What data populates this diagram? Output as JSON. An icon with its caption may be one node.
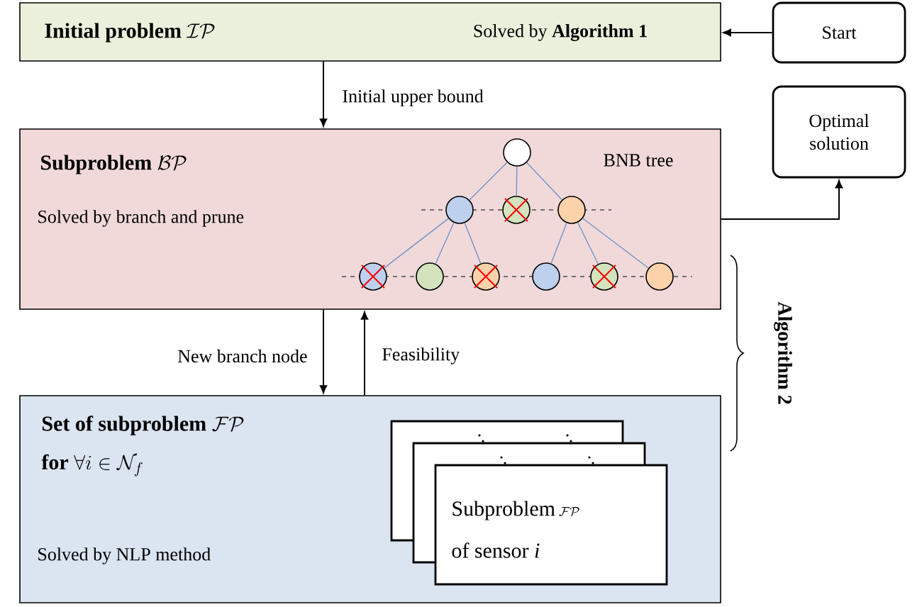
{
  "diagram": {
    "nodes": [
      {
        "text": [
          "Initial problem",
          "\\mathcal{IP}",
          "Solved by **Algorithm 1**"
        ]
      },
      {
        "text": [
          "Start"
        ]
      },
      {
        "text": [
          "Subproblem",
          "\\mathcal{BP}",
          "Solved by branch and prune",
          "BNB tree"
        ]
      },
      {
        "text": [],
        "shape": "circle",
        "in": 2
      },
      {
        "text": [],
        "shape": "circle",
        "in": 2
      },
      {
        "text": [],
        "shape": "circle",
        "in": 2
      },
      {
        "text": [],
        "shape": "circle",
        "in": 2
      },
      {
        "text": [],
        "shape": "circle",
        "in": 2
      },
      {
        "text": [],
        "shape": "circle",
        "in": 2
      },
      {
        "text": [],
        "shape": "circle",
        "in": 2
      },
      {
        "text": [],
        "shape": "circle",
        "in": 2
      },
      {
        "text": [],
        "shape": "circle",
        "in": 2
      },
      {
        "text": [],
        "shape": "circle",
        "in": 2
      },
      {
        "text": [
          "Optimal solution"
        ]
      },
      {
        "text": [
          "Set of subproblem",
          "\\mathcal{FP}",
          "for",
          "\\forall i \\in \\mathcal{N}_f",
          "Solved by NLP method"
        ]
      },
      {
        "text": [
          "Subproblem",
          "\\mathcal{FP}",
          "of sensor *i*"
        ],
        "in": 14
      }
    ],
    "edges": [
      {
        "from": 1,
        "to": 0,
        "arrow": "to",
        "color": "#000000"
      },
      {
        "from": 0,
        "to": 2,
        "arrow": "to",
        "label": "Initial upper bound",
        "color": "#000000"
      },
      {
        "from": 2,
        "to": 13,
        "arrow": "to",
        "color": "#000000"
      },
      {
        "from": 2,
        "to": 14,
        "arrow": "to",
        "label": "New branch node",
        "color": "#000000"
      },
      {
        "from": 14,
        "to": 2,
        "arrow": "to",
        "label": "Feasibility",
        "color": "#000000"
      },
      {
        "from": 3,
        "to": 4,
        "arrow": "none",
        "color": "#6f93c8"
      },
      {
        "from": 3,
        "to": 5,
        "arrow": "none",
        "color": "#6f93c8"
      },
      {
        "from": 3,
        "to": 6,
        "arrow": "none",
        "color": "#6f93c8"
      },
      {
        "from": 4,
        "to": 7,
        "arrow": "none",
        "color": "#6f93c8"
      },
      {
        "from": 4,
        "to": 8,
        "arrow": "none",
        "color": "#6f93c8"
      },
      {
        "from": 4,
        "to": 9,
        "arrow": "none",
        "color": "#6f93c8"
      },
      {
        "from": 6,
        "to": 10,
        "arrow": "none",
        "color": "#6f93c8"
      },
      {
        "from": 6,
        "to": 11,
        "arrow": "none",
        "color": "#6f93c8"
      },
      {
        "from": 6,
        "to": 12,
        "arrow": "none",
        "color": "#6f93c8"
      }
    ],
    "labels": [
      "Algorithm 2"
    ]
  }
}
